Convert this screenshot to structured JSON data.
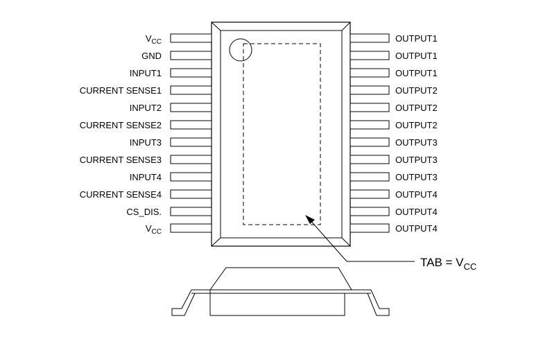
{
  "diagram": {
    "left_pins": [
      {
        "main": "V",
        "sub": "CC"
      },
      {
        "main": "GND",
        "sub": ""
      },
      {
        "main": "INPUT1",
        "sub": ""
      },
      {
        "main": "CURRENT SENSE1",
        "sub": ""
      },
      {
        "main": "INPUT2",
        "sub": ""
      },
      {
        "main": "CURRENT SENSE2",
        "sub": ""
      },
      {
        "main": "INPUT3",
        "sub": ""
      },
      {
        "main": "CURRENT SENSE3",
        "sub": ""
      },
      {
        "main": "INPUT4",
        "sub": ""
      },
      {
        "main": "CURRENT SENSE4",
        "sub": ""
      },
      {
        "main": "CS_DIS.",
        "sub": ""
      },
      {
        "main": "V",
        "sub": "CC"
      }
    ],
    "right_pins": [
      "OUTPUT1",
      "OUTPUT1",
      "OUTPUT1",
      "OUTPUT2",
      "OUTPUT2",
      "OUTPUT2",
      "OUTPUT3",
      "OUTPUT3",
      "OUTPUT3",
      "OUTPUT4",
      "OUTPUT4",
      "OUTPUT4"
    ],
    "tab_label": {
      "main": "TAB = V",
      "sub": "CC"
    }
  }
}
